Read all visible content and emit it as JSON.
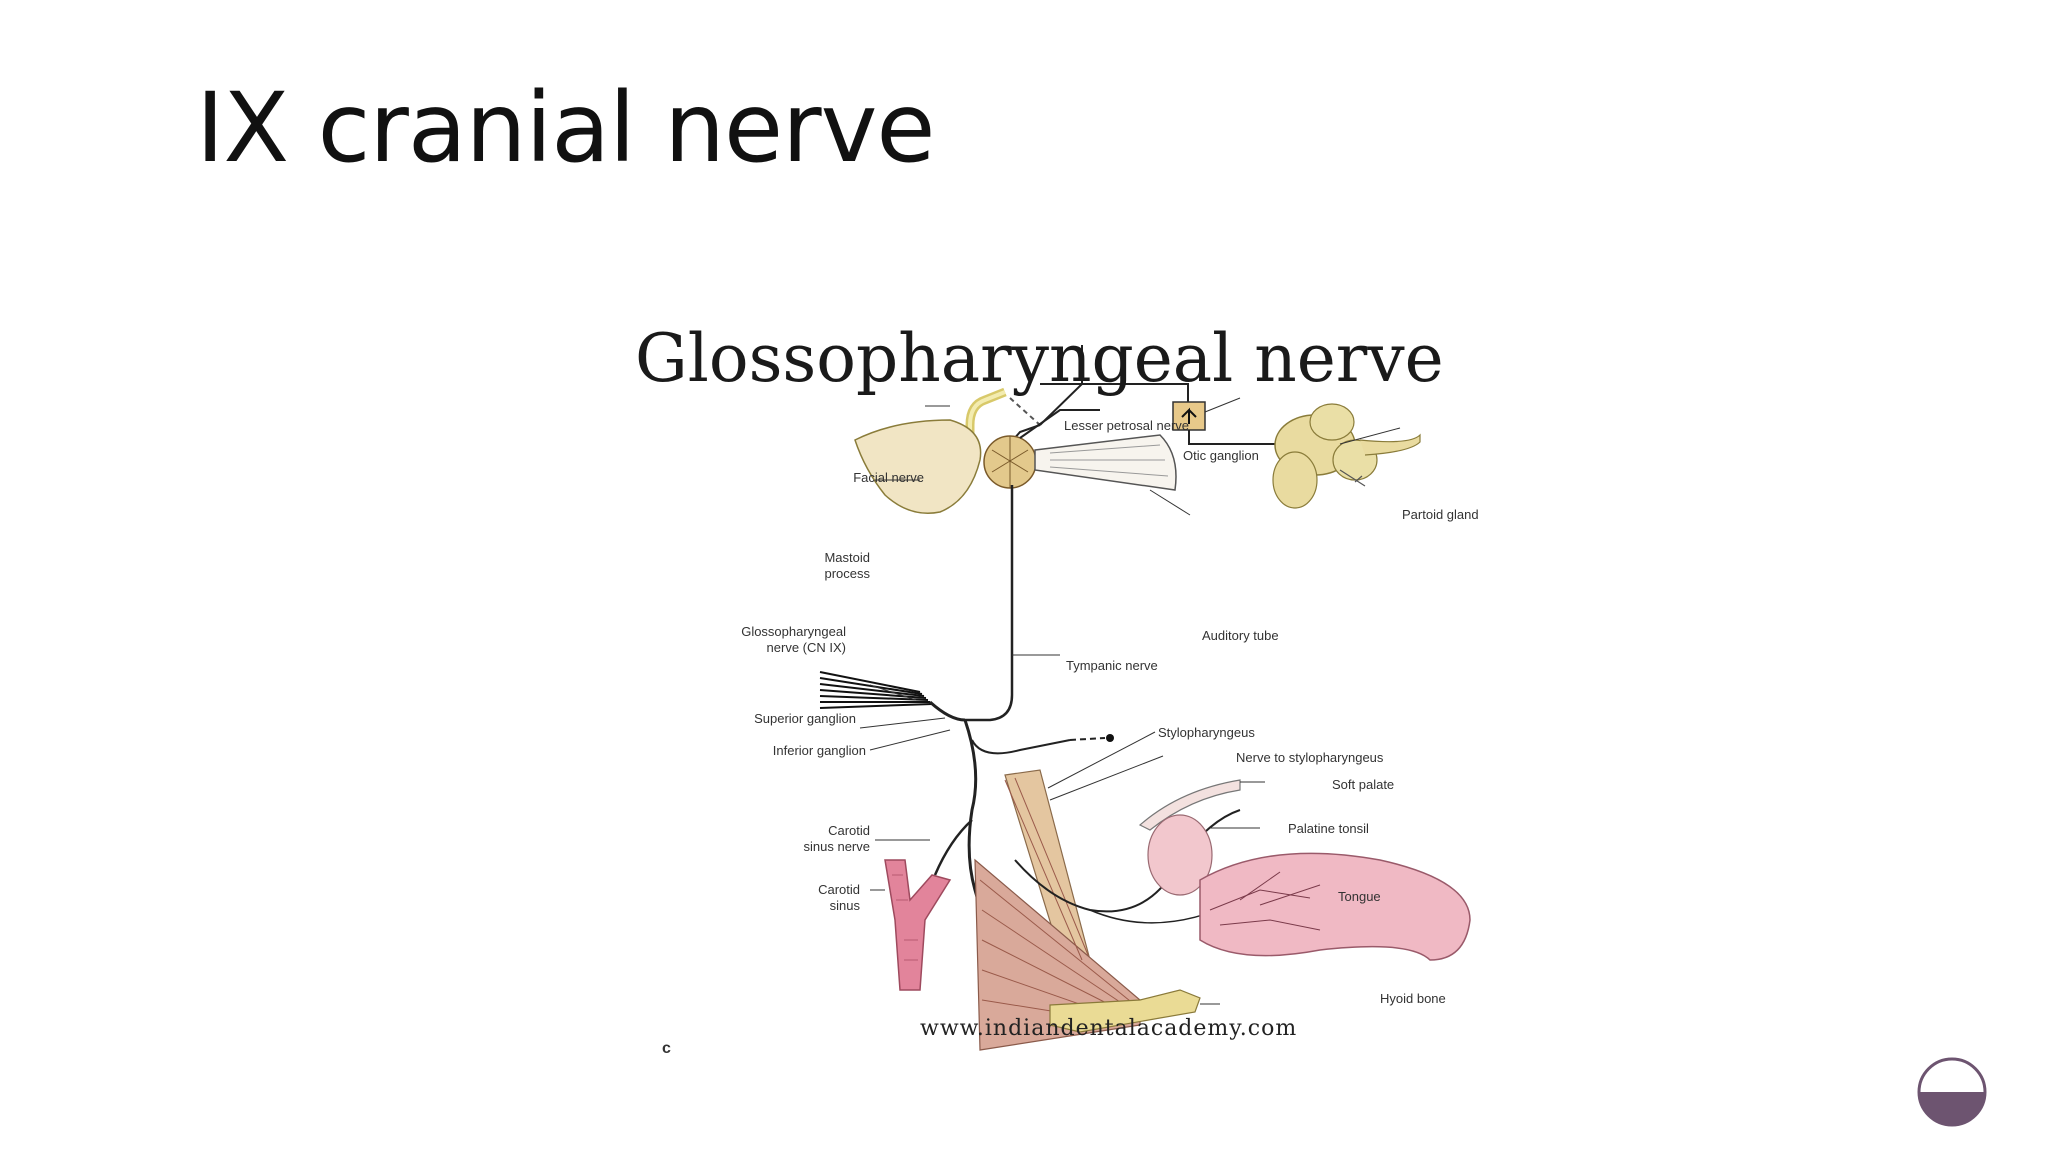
{
  "slide": {
    "title": "IX cranial nerve"
  },
  "figure": {
    "title": "Glossopharyngeal nerve",
    "labels": {
      "lesser_petrosal": "Lesser petrosal nerve",
      "otic_ganglion": "Otic ganglion",
      "facial_nerve": "Facial nerve",
      "parotid_gland": "Partoid gland",
      "mastoid_1": "Mastoid",
      "mastoid_2": "process",
      "auditory_tube": "Auditory tube",
      "glosso_1": "Glossopharyngeal",
      "glosso_2": "nerve (CN IX)",
      "tympanic_nerve": "Tympanic nerve",
      "superior_ganglion": "Superior ganglion",
      "inferior_ganglion": "Inferior ganglion",
      "stylopharyngeus": "Stylopharyngeus",
      "nerve_to_stylo": "Nerve to stylopharyngeus",
      "soft_palate": "Soft palate",
      "palatine_tonsil": "Palatine tonsil",
      "carotid_sinus_nerve_1": "Carotid",
      "carotid_sinus_nerve_2": "sinus nerve",
      "tongue": "Tongue",
      "carotid_sinus_1": "Carotid",
      "carotid_sinus_2": "sinus",
      "hyoid_bone": "Hyoid bone"
    },
    "watermark": "www.indiandentalacademy.com",
    "corner_letter": "c"
  }
}
